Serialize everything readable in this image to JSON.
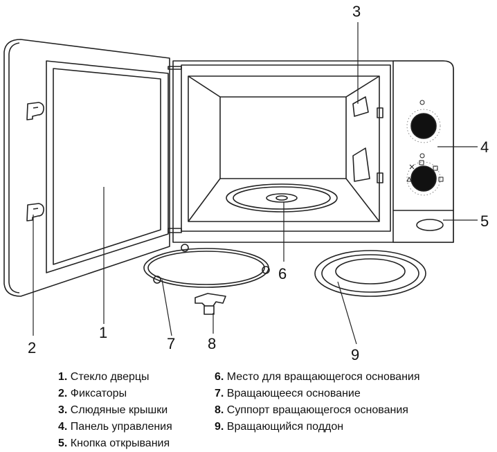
{
  "callouts": [
    "1",
    "2",
    "3",
    "4",
    "5",
    "6",
    "7",
    "8",
    "9"
  ],
  "legend": [
    {
      "num": "1.",
      "text": "Стекло дверцы"
    },
    {
      "num": "2.",
      "text": "Фиксаторы"
    },
    {
      "num": "3.",
      "text": "Слюдяные крышки"
    },
    {
      "num": "4.",
      "text": "Панель управления"
    },
    {
      "num": "5.",
      "text": "Кнопка открывания"
    },
    {
      "num": "6.",
      "text": "Место для вращающегося основания"
    },
    {
      "num": "7.",
      "text": "Вращающееся основание"
    },
    {
      "num": "8.",
      "text": "Суппорт вращающегося основания"
    },
    {
      "num": "9.",
      "text": "Вращающийся поддон"
    }
  ]
}
